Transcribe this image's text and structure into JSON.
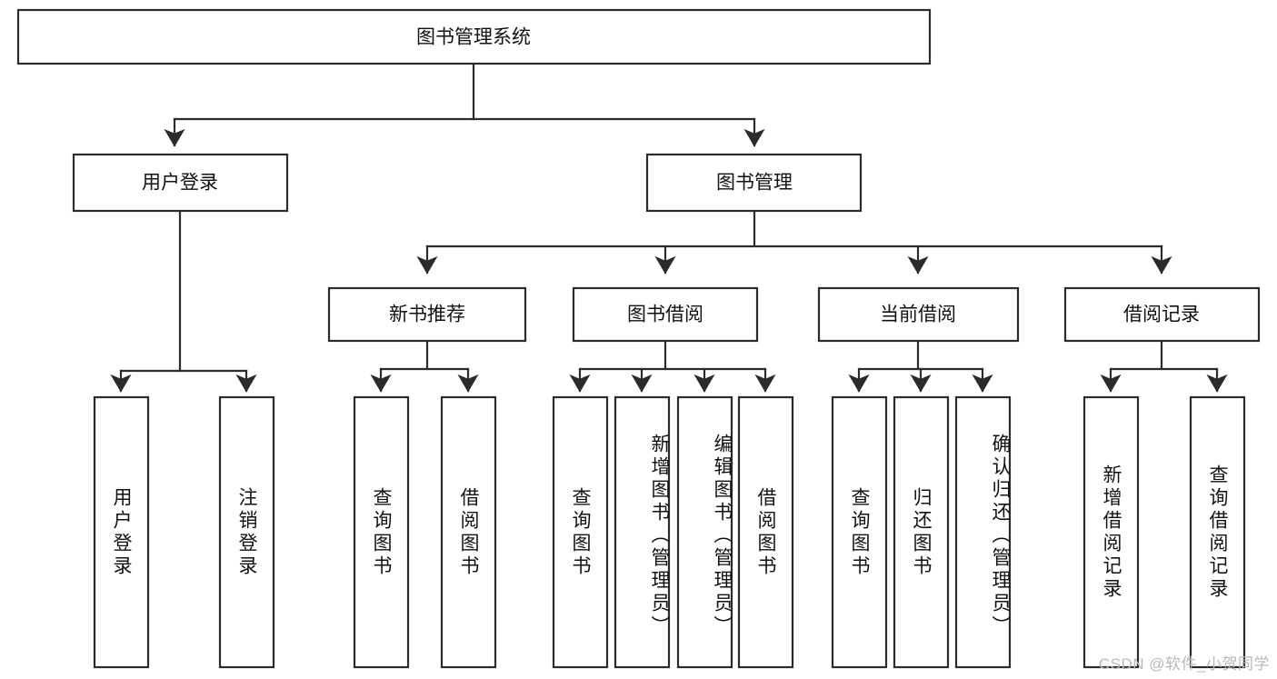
{
  "diagram": {
    "title": "图书管理系统",
    "type": "tree-hierarchy-functional-decomposition",
    "watermark": "CSDN @软件_小贺同学",
    "colors": {
      "box_stroke": "#2b2b2b",
      "box_fill": "#ffffff",
      "connector": "#2b2b2b",
      "text": "#111111",
      "watermark": "#b9b9b9",
      "background": "#ffffff"
    },
    "root": {
      "label": "图书管理系统"
    },
    "level2": [
      {
        "label": "用户登录"
      },
      {
        "label": "图书管理"
      }
    ],
    "level3": [
      {
        "label": "新书推荐"
      },
      {
        "label": "图书借阅"
      },
      {
        "label": "当前借阅"
      },
      {
        "label": "借阅记录"
      }
    ],
    "leaves": {
      "user_login": [
        {
          "label": "用户登录"
        },
        {
          "label": "注销登录"
        }
      ],
      "new_book_recommend": [
        {
          "label": "查询图书"
        },
        {
          "label": "借阅图书"
        }
      ],
      "book_borrow": [
        {
          "label": "查询图书"
        },
        {
          "label": "新增图书（管理员）"
        },
        {
          "label": "编辑图书（管理员）"
        },
        {
          "label": "借阅图书"
        }
      ],
      "current_borrow": [
        {
          "label": "查询图书"
        },
        {
          "label": "归还图书"
        },
        {
          "label": "确认归还（管理员）"
        }
      ],
      "borrow_record": [
        {
          "label": "新增借阅记录"
        },
        {
          "label": "查询借阅记录"
        }
      ]
    }
  }
}
